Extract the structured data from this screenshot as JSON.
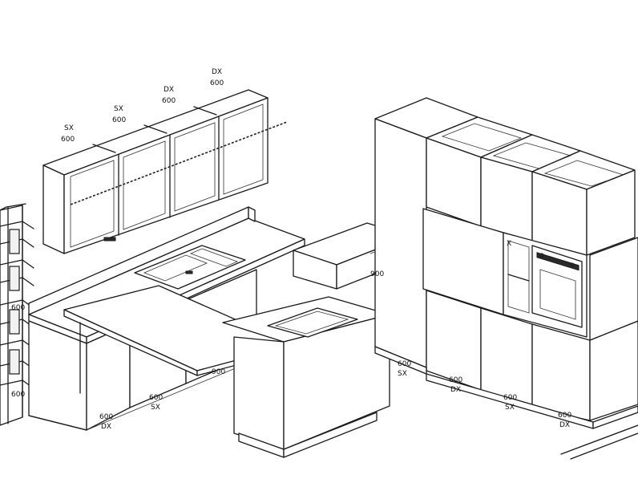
{
  "wall_unit_labels": [
    {
      "hinge": "SX",
      "width": "600"
    },
    {
      "hinge": "SX",
      "width": "600"
    },
    {
      "hinge": "DX",
      "width": "600"
    },
    {
      "hinge": "DX",
      "width": "600"
    }
  ],
  "dimension_labels": {
    "left_edge_top": "600",
    "left_edge_bottom": "600",
    "base_dx_width": "600",
    "base_dx_hinge": "DX",
    "base_sx_width": "600",
    "base_sx_hinge": "SX",
    "peninsula_width": "900",
    "hood_width": "900",
    "tall_sx_1_width": "600",
    "tall_sx_1_hinge": "SX",
    "tall_dx_width": "600",
    "tall_dx_hinge": "DX",
    "tall_sx_2_width": "600",
    "tall_sx_2_hinge": "SX",
    "tall_dx_2_width": "600",
    "tall_dx_2_hinge": "DX",
    "oven_unit_hinge": "X"
  }
}
